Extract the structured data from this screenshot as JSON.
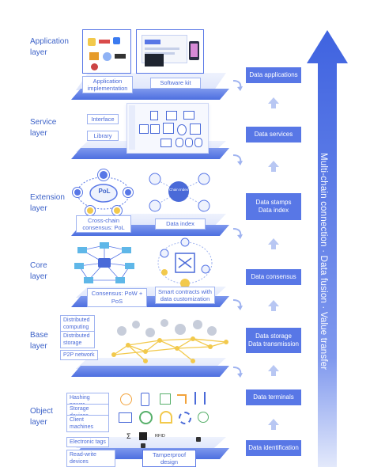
{
  "layers": [
    {
      "name_line1": "Application",
      "name_line2": "layer"
    },
    {
      "name_line1": "Service",
      "name_line2": "layer"
    },
    {
      "name_line1": "Extension",
      "name_line2": "layer"
    },
    {
      "name_line1": "Core",
      "name_line2": "layer"
    },
    {
      "name_line1": "Base",
      "name_line2": "layer"
    },
    {
      "name_line1": "Object",
      "name_line2": "layer"
    }
  ],
  "application": {
    "implementation_line1": "Application",
    "implementation_line2": "implementation",
    "software_kit": "Software kit"
  },
  "service": {
    "interface": "Interface",
    "library": "Library"
  },
  "extension": {
    "consensus_line1": "Cross-chain",
    "consensus_line2": "consensus: PoL",
    "data_index": "Data index",
    "pol": "PoL",
    "chain_index": "Chain Index"
  },
  "core": {
    "consensus": "Consensus: PoW + PoS",
    "contracts_line1": "Smart contracts with",
    "contracts_line2": "data customization"
  },
  "base": {
    "distributed_computing_line1": "Distributed",
    "distributed_computing_line2": "computing",
    "distributed_storage_line1": "Distributed",
    "distributed_storage_line2": "storage",
    "p2p": "P2P network"
  },
  "object": {
    "hashing": "Hashing power",
    "storage_devices": "Storage devices",
    "client_machines": "Client machines",
    "electronic_tags": "Electronic tags",
    "read_write": "Read-write devices",
    "tamperproof": "Tamperproof design",
    "rfid": "RFID"
  },
  "right_flow": {
    "applications": "Data applications",
    "services": "Data services",
    "stamps": "Data stamps",
    "index": "Data index",
    "consensus": "Data consensus",
    "storage": "Data storage",
    "transmission": "Data transmission",
    "terminals": "Data terminals",
    "identification": "Data identification"
  },
  "big_arrow": "Multi-chain connection · Data fusion · Value transfer",
  "colors": {
    "primary": "#5877e6",
    "light": "#eef2fd",
    "gold": "#f2c94c",
    "text": "#3e63c8"
  }
}
